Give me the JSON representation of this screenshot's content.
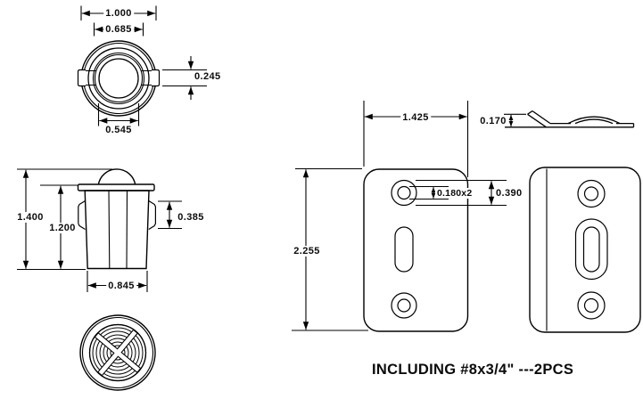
{
  "drawing": {
    "top_view": {
      "outer_dia": "1.000",
      "ring_dia": "0.685",
      "tab_width": "0.245",
      "bore_dia": "0.545"
    },
    "side_view": {
      "total_height": "1.400",
      "body_height": "1.200",
      "tab_height": "0.385",
      "body_width": "0.845"
    },
    "plate": {
      "width": "1.425",
      "thickness": "0.170",
      "hole_dia": "0.180x2",
      "hole_span": "0.390",
      "height": "2.255"
    },
    "note": "INCLUDING #8x3/4\" ---2PCS"
  },
  "colors": {
    "line": "#000000",
    "background": "#ffffff",
    "text": "#0b0b0b"
  }
}
